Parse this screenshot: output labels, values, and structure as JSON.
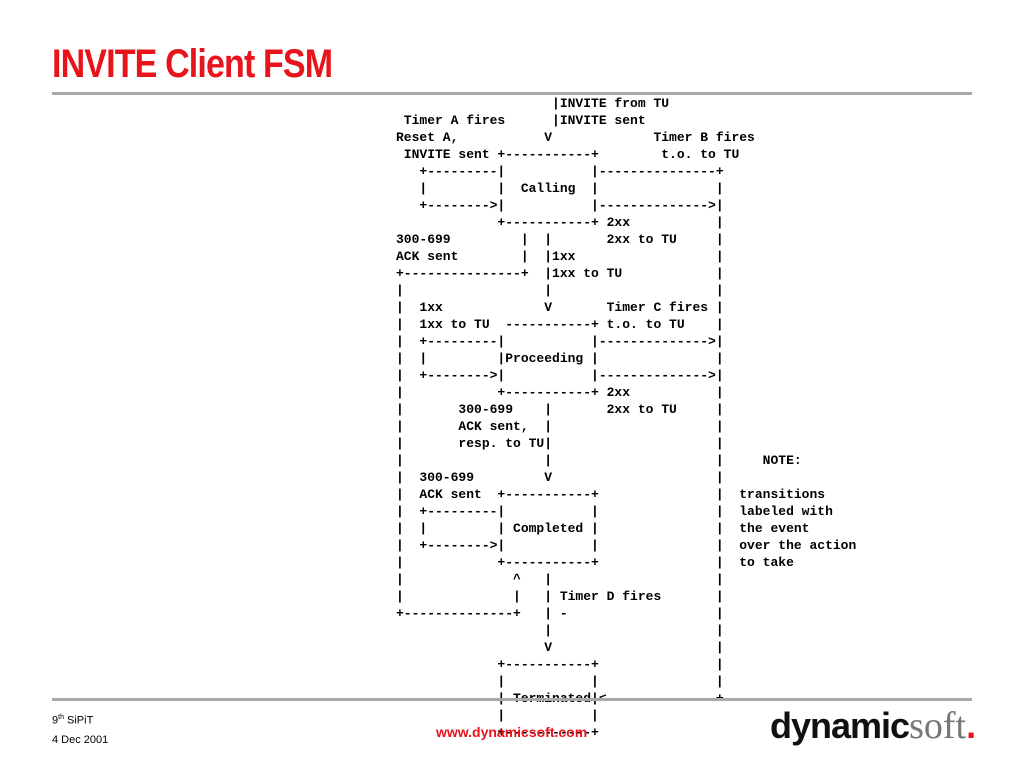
{
  "slide": {
    "title": "INVITE Client FSM",
    "footer": {
      "conference_number": "9",
      "conference_suffix": "th",
      "conference_name": "SiPiT",
      "date": "4 Dec 2001",
      "url": "www.dynamicsoft.com"
    },
    "logo": {
      "bold": "dynamic",
      "light": "soft",
      "dot": "."
    }
  },
  "diagram": {
    "lines": [
      "                    |INVITE from TU",
      " Timer A fires      |INVITE sent",
      "Reset A,           V             Timer B fires",
      " INVITE sent +-----------+        t.o. to TU",
      "   +---------|           |---------------+",
      "   |         |  Calling  |               |",
      "   +-------->|           |-------------->|",
      "             +-----------+ 2xx           |",
      "300-699         |  |       2xx to TU     |",
      "ACK sent        |  |1xx                  |",
      "+---------------+  |1xx to TU            |",
      "|                  |                     |",
      "|  1xx             V       Timer C fires |",
      "|  1xx to TU  -----------+ t.o. to TU    |",
      "|  +---------|           |-------------->|",
      "|  |         |Proceeding |               |",
      "|  +-------->|           |-------------->|",
      "|            +-----------+ 2xx           |",
      "|       300-699    |       2xx to TU     |",
      "|       ACK sent,  |                     |",
      "|       resp. to TU|                     |",
      "|                  |                     |     NOTE:",
      "|  300-699         V                     |",
      "|  ACK sent  +-----------+               |  transitions",
      "|  +---------|           |               |  labeled with",
      "|  |         | Completed |               |  the event",
      "|  +-------->|           |               |  over the action",
      "|            +-----------+               |  to take",
      "|              ^   |                     |",
      "|              |   | Timer D fires       |",
      "+--------------+   | -                   |",
      "                   |                     |",
      "                   V                     |",
      "             +-----------+               |",
      "             |           |               |",
      "             | Terminated|<--------------+",
      "             |           |",
      "             +-----------+"
    ]
  }
}
